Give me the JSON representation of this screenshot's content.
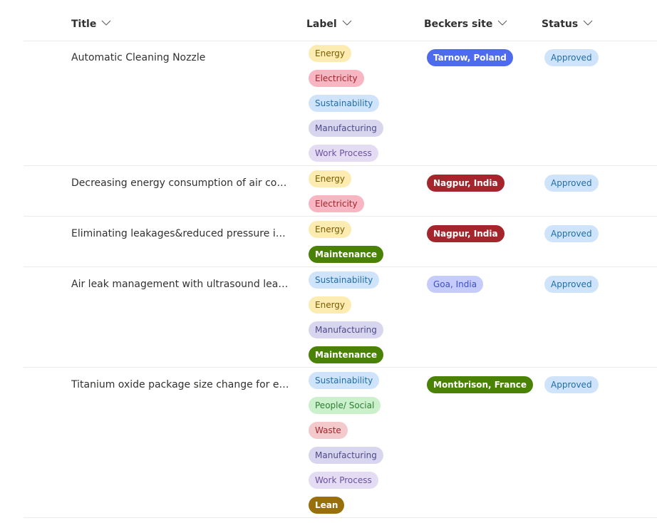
{
  "columns": {
    "title": "Title",
    "label": "Label",
    "site": "Beckers site",
    "status": "Status"
  },
  "icons": {
    "sort": "chevron-down-icon"
  },
  "label_styles": {
    "Energy": {
      "bg": "#fdecb2",
      "fg": "#7a5b00",
      "bold": false
    },
    "Electricity": {
      "bg": "#f7b6c1",
      "fg": "#a4262c",
      "bold": false
    },
    "Sustainability": {
      "bg": "#cfe4fa",
      "fg": "#1f6ea8",
      "bold": false
    },
    "Manufacturing": {
      "bg": "#d8d6ee",
      "fg": "#4f4a8a",
      "bold": false
    },
    "Work Process": {
      "bg": "#e4dcf2",
      "fg": "#6b52a3",
      "bold": false
    },
    "Maintenance": {
      "bg": "#498205",
      "fg": "#ffffff",
      "bold": true
    },
    "People/ Social": {
      "bg": "#caf0cc",
      "fg": "#2e7d32",
      "bold": false
    },
    "Waste": {
      "bg": "#f4c9cc",
      "fg": "#a4262c",
      "bold": false
    },
    "Lean": {
      "bg": "#986f0b",
      "fg": "#ffffff",
      "bold": true
    }
  },
  "site_styles": {
    "Tarnow, Poland": {
      "bg": "#4f6bed",
      "fg": "#ffffff",
      "bold": true
    },
    "Nagpur, India": {
      "bg": "#a4262c",
      "fg": "#ffffff",
      "bold": true
    },
    "Goa, India": {
      "bg": "#c5cbfa",
      "fg": "#3b50c9",
      "bold": false
    },
    "Montbrison, France": {
      "bg": "#498205",
      "fg": "#ffffff",
      "bold": true
    }
  },
  "status_style": {
    "bg": "#cfe4fa",
    "fg": "#1f6ea8"
  },
  "rows": [
    {
      "title": "Automatic Cleaning Nozzle",
      "labels": [
        "Energy",
        "Electricity",
        "Sustainability",
        "Manufacturing",
        "Work Process"
      ],
      "site": "Tarnow, Poland",
      "status": "Approved"
    },
    {
      "title": "Decreasing energy consumption of air com...",
      "labels": [
        "Energy",
        "Electricity"
      ],
      "site": "Nagpur, India",
      "status": "Approved"
    },
    {
      "title": "Eliminating leakages&reduced pressure in c...",
      "labels": [
        "Energy",
        "Maintenance"
      ],
      "site": "Nagpur, India",
      "status": "Approved"
    },
    {
      "title": "Air leak management with ultrasound leak ...",
      "labels": [
        "Sustainability",
        "Energy",
        "Manufacturing",
        "Maintenance"
      ],
      "site": "Goa, India",
      "status": "Approved"
    },
    {
      "title": "Titanium oxide package size change for effi...",
      "labels": [
        "Sustainability",
        "People/ Social",
        "Waste",
        "Manufacturing",
        "Work Process",
        "Lean"
      ],
      "site": "Montbrison, France",
      "status": "Approved"
    }
  ]
}
